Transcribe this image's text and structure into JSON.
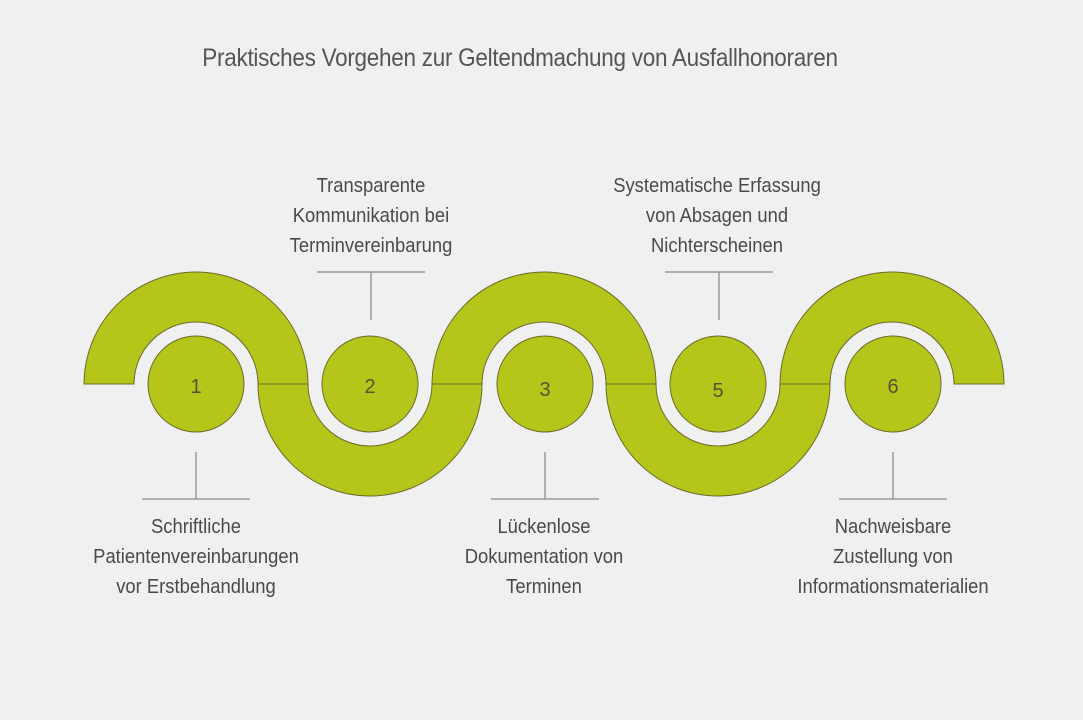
{
  "title": "Praktisches Vorgehen zur Geltendmachung von Ausfallhonoraren",
  "colors": {
    "background": "#f0f0f0",
    "shape_fill": "#b5c61b",
    "shape_stroke": "#6b6b2a",
    "number_text": "#5a5030",
    "connector_line": "#9a9a9a",
    "label_text": "#4a4a4a"
  },
  "steps": [
    {
      "number": "1",
      "position": "below",
      "lines": [
        "Schriftliche",
        "Patientenvereinbarungen",
        "vor Erstbehandlung"
      ]
    },
    {
      "number": "2",
      "position": "above",
      "lines": [
        "Transparente",
        "Kommunikation bei",
        "Terminvereinbarung"
      ]
    },
    {
      "number": "3",
      "position": "below",
      "lines": [
        "Lückenlose",
        "Dokumentation von",
        "Terminen"
      ]
    },
    {
      "number": "5",
      "position": "above",
      "lines": [
        "Systematische Erfassung",
        "von Absagen und",
        "Nichterscheinen"
      ]
    },
    {
      "number": "6",
      "position": "below",
      "lines": [
        "Nachweisbare",
        "Zustellung von",
        "Informationsmaterialien"
      ]
    }
  ]
}
